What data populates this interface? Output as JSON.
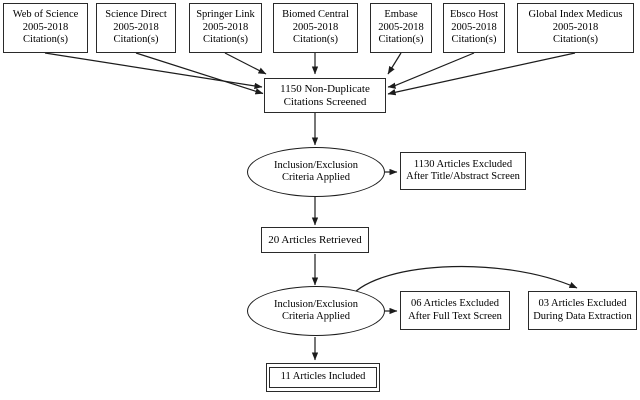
{
  "diagram": {
    "title": "PRISMA-style literature search and screening flow diagram",
    "colors": {
      "stroke": "#2a2a2a",
      "background": "#ffffff",
      "text": "#000000"
    },
    "sources": [
      {
        "name": "Web of Science",
        "years": "2005-2018",
        "unit": "Citation(s)"
      },
      {
        "name": "Science Direct",
        "years": "2005-2018",
        "unit": "Citation(s)"
      },
      {
        "name": "Springer Link",
        "years": "2005-2018",
        "unit": "Citation(s)"
      },
      {
        "name": "Biomed Central",
        "years": "2005-2018",
        "unit": "Citation(s)"
      },
      {
        "name": "Embase",
        "years": "2005-2018",
        "unit": "Citation(s)"
      },
      {
        "name": "Ebsco Host",
        "years": "2005-2018",
        "unit": "Citation(s)"
      },
      {
        "name": "Global Index Medicus",
        "years": "2005-2018",
        "unit": "Citation(s)"
      }
    ],
    "screened": {
      "line1": "1150 Non-Duplicate",
      "line2": "Citations Screened"
    },
    "criteria_1": {
      "line1": "Inclusion/Exclusion",
      "line2": "Criteria Applied"
    },
    "excluded_title_abstract": {
      "line1": "1130 Articles Excluded",
      "line2": "After Title/Abstract Screen"
    },
    "retrieved": {
      "label": "20 Articles Retrieved"
    },
    "criteria_2": {
      "line1": "Inclusion/Exclusion",
      "line2": "Criteria Applied"
    },
    "excluded_full_text": {
      "line1": "06 Articles Excluded",
      "line2": "After Full Text Screen"
    },
    "excluded_data_extraction": {
      "line1": "03 Articles Excluded",
      "line2": "During Data Extraction"
    },
    "included": {
      "label": "11 Articles Included"
    }
  }
}
